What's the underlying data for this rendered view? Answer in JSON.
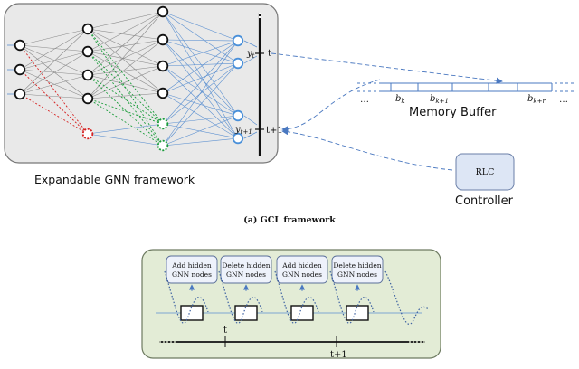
{
  "framework": {
    "title": "Expandable GNN framework",
    "output_top": "y_t",
    "output_bottom": "y_{t+1}",
    "time_t": "t",
    "time_t1": "t+1"
  },
  "memory": {
    "label": "Memory Buffer",
    "left_dots": "…",
    "cells": [
      "b_k",
      "b_{k+1}",
      "b_{k+r}"
    ],
    "right_dots": "…"
  },
  "controller": {
    "box_label": "RLC",
    "label": "Controller"
  },
  "caption_a": "(a) GCL framework",
  "panel_b": {
    "blocks": [
      {
        "line1": "Add hidden",
        "line2": "GNN nodes"
      },
      {
        "line1": "Delete hidden",
        "line2": "GNN nodes"
      },
      {
        "line1": "Add hidden",
        "line2": "GNN nodes"
      },
      {
        "line1": "Delete hidden",
        "line2": "GNN nodes"
      }
    ],
    "timeline_t": "t",
    "timeline_t1": "t+1"
  },
  "colors": {
    "panel_bg": "#e3ecd6",
    "panel_border": "#6d7a60",
    "neuron": "#111111",
    "output_neuron": "#4a90d9",
    "red_edge": "#d62020",
    "green_edge": "#1a9c3a",
    "blue_edge": "#5a8fd0",
    "gray_edge": "#8a8a8a"
  }
}
